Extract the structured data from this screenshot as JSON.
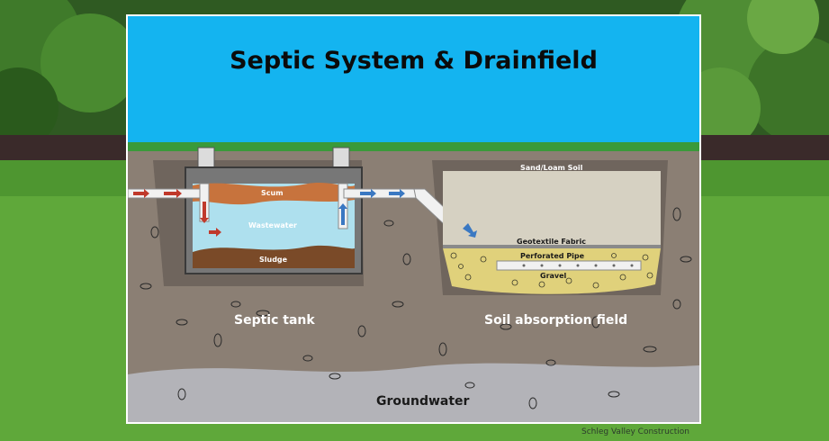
{
  "title": "Septic System & Drainfield",
  "labels": {
    "scum": "Scum",
    "wastewater": "Wastewater",
    "sludge": "Sludge",
    "sand_loam_soil": "Sand/Loam Soil",
    "geotextile_fabric": "Geotextile Fabric",
    "perforated_pipe": "Perforated Pipe",
    "gravel": "Gravel",
    "septic_tank": "Septic tank",
    "soil_absorption_field": "Soil absorption field",
    "groundwater": "Groundwater"
  },
  "credit": "Schleg Valley Construction",
  "colors": {
    "sky": "#14b4f0",
    "soil": "#8b7f74",
    "groundwater": "#b3b3b8",
    "wastewater": "#aee0ee",
    "scum": "#c7733d",
    "sludge": "#7a4a28",
    "sand": "#d6d1c2",
    "gravel": "#e0d17b",
    "pipe": "#f1f1f1",
    "flow_in": "#c0392b",
    "flow_out": "#3a78c2"
  }
}
